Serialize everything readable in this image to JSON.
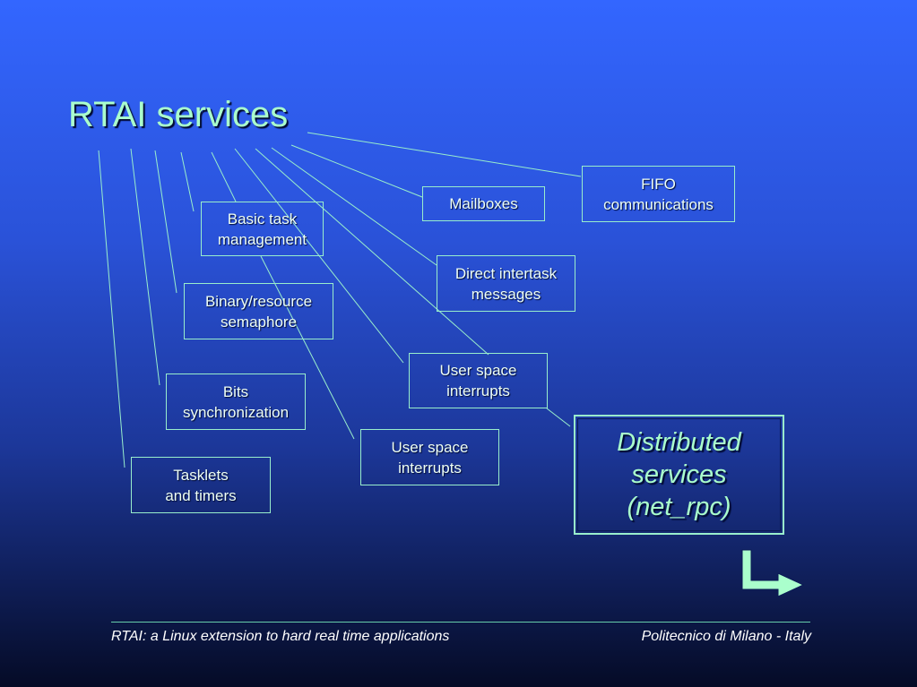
{
  "title": "RTAI services",
  "boxes": {
    "basic_task": [
      "Basic task",
      "management"
    ],
    "mailboxes": [
      "Mailboxes"
    ],
    "fifo": [
      "FIFO",
      "communications"
    ],
    "binary_semaphore": [
      "Binary/resource",
      "semaphore"
    ],
    "direct_messages": [
      "Direct intertask",
      "messages"
    ],
    "user_interrupts_1": [
      "User space",
      "interrupts"
    ],
    "bits_sync": [
      "Bits",
      "synchronization"
    ],
    "user_interrupts_2": [
      "User space",
      "interrupts"
    ],
    "tasklets": [
      "Tasklets",
      "and timers"
    ]
  },
  "distributed": [
    "Distributed",
    "services",
    "(net_rpc)"
  ],
  "footer": {
    "left": "RTAI: a Linux extension to hard real time applications",
    "right": "Politecnico di Milano - Italy"
  },
  "colors": {
    "accent": "#aaffcc",
    "line": "#99eecc",
    "background_top": "#3366ff",
    "background_bottom": "#050b26"
  },
  "icons": {
    "next_arrow": "next-slide-arrow-icon"
  }
}
